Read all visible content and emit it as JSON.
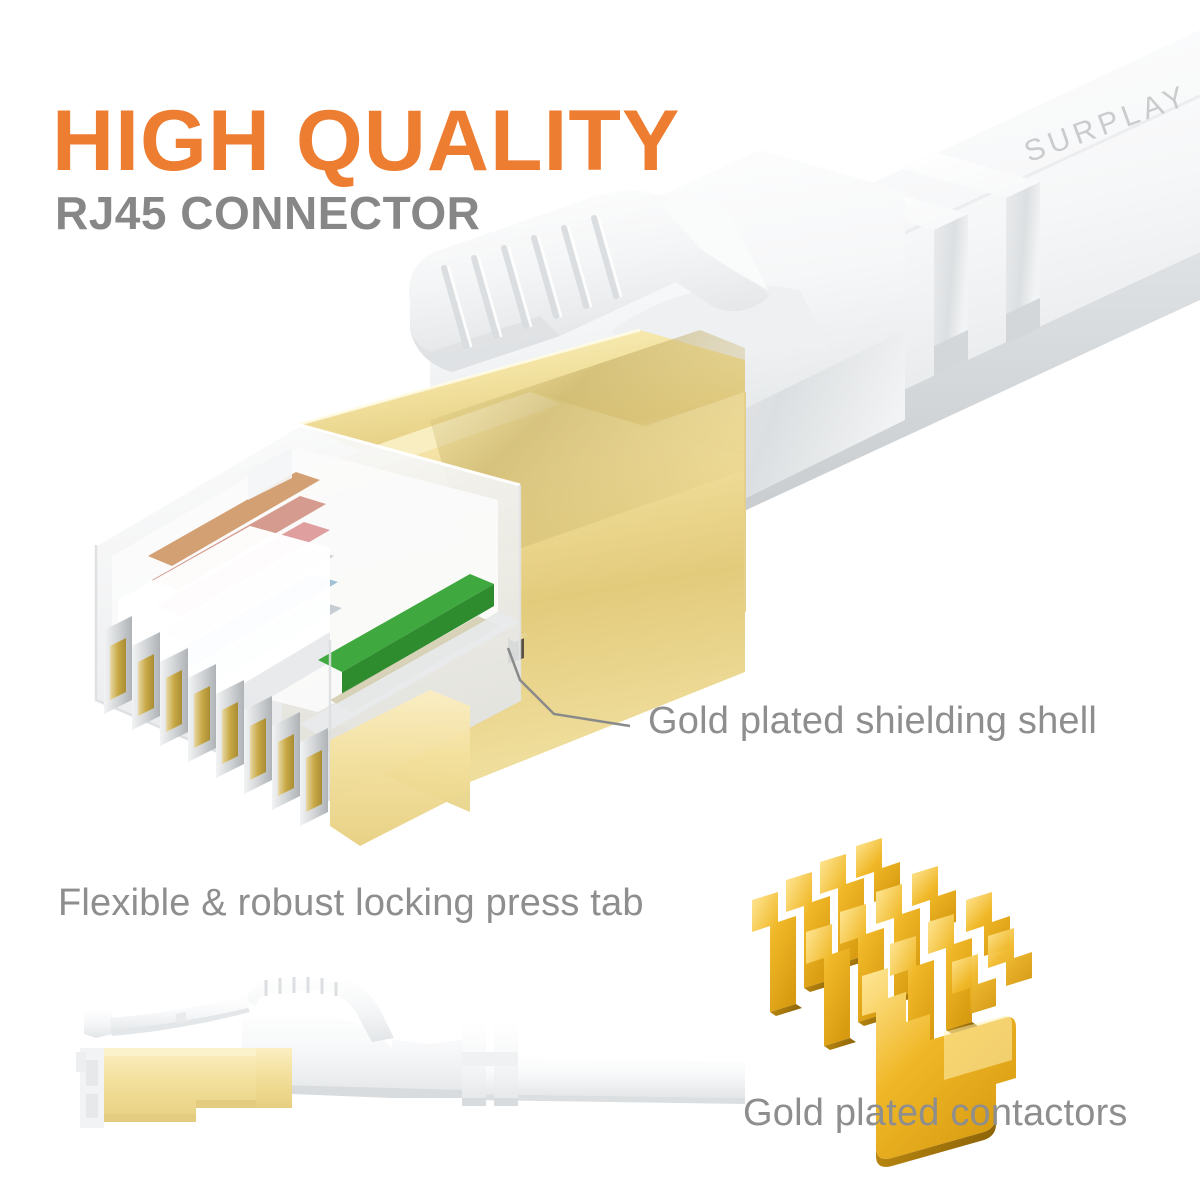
{
  "background_color": "#ffffff",
  "header": {
    "headline": "HIGH QUALITY",
    "headline_color": "#ED7D31",
    "subhead": "RJ45 CONNECTOR",
    "subhead_color": "#878787"
  },
  "product": {
    "brand_print": "SURPLAY",
    "brand_print_color": "#c9cbcc"
  },
  "callouts": [
    {
      "id": "gold-plated-shielding-shell",
      "label": "Gold plated shielding shell",
      "color": "#8e8e8e",
      "has_leader_line": true
    },
    {
      "id": "flexible-robust-locking-press-tab",
      "label": "Flexible & robust locking press tab",
      "color": "#8e8e8e",
      "has_leader_line": false
    },
    {
      "id": "gold-plated-contactors",
      "label": "Gold plated contactors",
      "color": "#8e8e8e",
      "has_leader_line": false
    }
  ],
  "colors": {
    "orange_accent": "#ED7D31",
    "gray_text": "#8e8e8e",
    "gold_light": "#F7E9AE",
    "gold_mid": "#EBD689",
    "gold_deep": "#D9BF68",
    "gold_rich": "#E8A317",
    "gold_highlight": "#FFF0B8",
    "shell_white": "#FFFFFF",
    "shell_shadow": "#D8DADC",
    "shell_mid": "#ECEEEF",
    "clear_plastic": "#F2F3F4",
    "pin_gold": "#C9A227",
    "wire_orange": "#C98A52",
    "wire_red": "#D98E8E",
    "wire_blue": "#8FB6CE",
    "wire_green": "#3FA93F",
    "leader_line": "#8a8a8a"
  },
  "figures": {
    "main_connector": {
      "name": "Main RJ45 connector, 3/4 isometric view",
      "contact_pin_count": 8
    },
    "side_connector": {
      "name": "Side profile RJ45 connector with flat cable",
      "strain_relief_fins": 2
    },
    "contactors": {
      "name": "Row of gold plated contactor blades",
      "count": 8
    }
  }
}
